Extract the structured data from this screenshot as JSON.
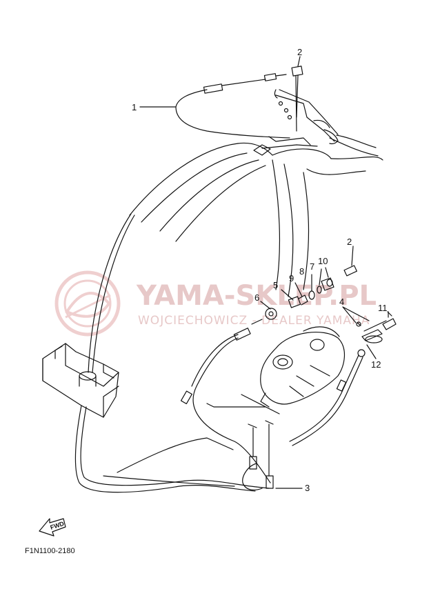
{
  "watermark": {
    "title": "YAMA-SKLEP.PL",
    "subtitle": "WOJCIECHOWICZ - DEALER YAMAHA"
  },
  "callouts": [
    "1",
    "2",
    "2",
    "3",
    "4",
    "5",
    "6",
    "7",
    "8",
    "9",
    "10",
    "11",
    "12"
  ],
  "fwd_label": "FWD",
  "reference_code": "F1N1100-2180",
  "colors": {
    "line": "#111111",
    "watermark": "#e7c8c8"
  }
}
